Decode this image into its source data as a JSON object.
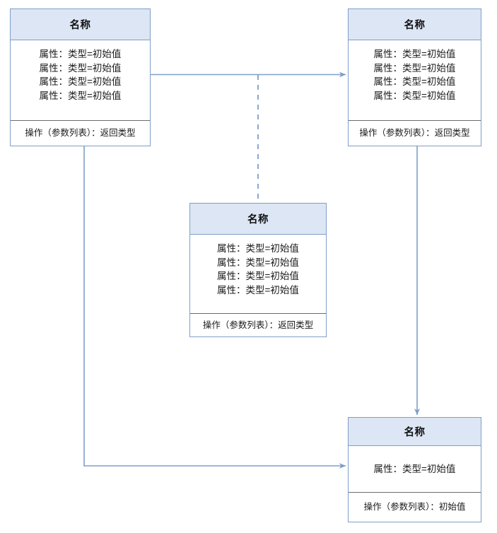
{
  "diagram": {
    "title": "UML Class Diagram Template",
    "type": "uml-class-diagram",
    "colors": {
      "header_fill": "#dce6f5",
      "border": "#7f9fc8",
      "compartment_divider": "#6b6b6b",
      "connector": "#7f9fc8",
      "background": "#ffffff",
      "text": "#1a1a1a"
    }
  },
  "classes": [
    {
      "id": "class-top-left",
      "name": "名称",
      "attributes": [
        "属性：类型=初始值",
        "属性：类型=初始值",
        "属性：类型=初始值",
        "属性：类型=初始值"
      ],
      "operations": [
        "操作（参数列表）：返回类型"
      ]
    },
    {
      "id": "class-top-right",
      "name": "名称",
      "attributes": [
        "属性：类型=初始值",
        "属性：类型=初始值",
        "属性：类型=初始值",
        "属性：类型=初始值"
      ],
      "operations": [
        "操作（参数列表）：返回类型"
      ]
    },
    {
      "id": "class-middle",
      "name": "名称",
      "attributes": [
        "属性：类型=初始值",
        "属性：类型=初始值",
        "属性：类型=初始值",
        "属性：类型=初始值"
      ],
      "operations": [
        "操作（参数列表）：返回类型"
      ]
    },
    {
      "id": "class-bottom-right",
      "name": "名称",
      "attributes": [
        "属性：类型=初始值"
      ],
      "operations": [
        "操作（参数列表）：初始值"
      ]
    }
  ],
  "connectors": [
    {
      "id": "connector-left-to-right",
      "from": "class-top-left",
      "to": "class-top-right",
      "style": "solid",
      "arrow": "open-arrow-end"
    },
    {
      "id": "connector-dashed-to-middle",
      "from": "connector-left-to-right",
      "to": "class-middle",
      "style": "dashed",
      "arrow": "none"
    },
    {
      "id": "connector-topright-to-bottomright",
      "from": "class-top-right",
      "to": "class-bottom-right",
      "style": "solid",
      "arrow": "open-arrow-end"
    },
    {
      "id": "connector-left-to-bottomright",
      "from": "class-top-left",
      "to": "class-bottom-right",
      "style": "solid",
      "arrow": "open-arrow-end"
    }
  ]
}
